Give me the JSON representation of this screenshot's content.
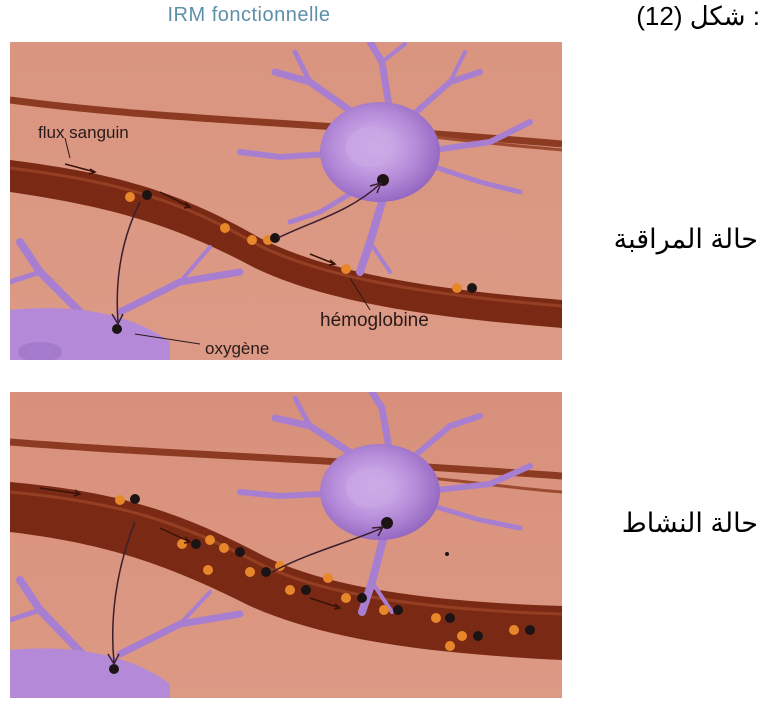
{
  "title": "IRM fonctionnelle",
  "figure_label": ": شكل (12)",
  "panels": [
    {
      "state_label": "حالة المراقبة",
      "labels": {
        "blood_flow": "flux sanguin",
        "hemoglobin": "hémoglobine",
        "oxygen": "oxygène"
      }
    },
    {
      "state_label": "حالة النشاط"
    }
  ],
  "colors": {
    "background_tissue": "#d98f7e",
    "vessel": "#7a2a14",
    "vessel_highlight": "#a0482a",
    "neuron": "#b48ad8",
    "neuron_dark": "#8a5ab8",
    "hemoglobin": "#e8862a",
    "oxygen": "#1c1414",
    "title": "#5e8fa8"
  }
}
